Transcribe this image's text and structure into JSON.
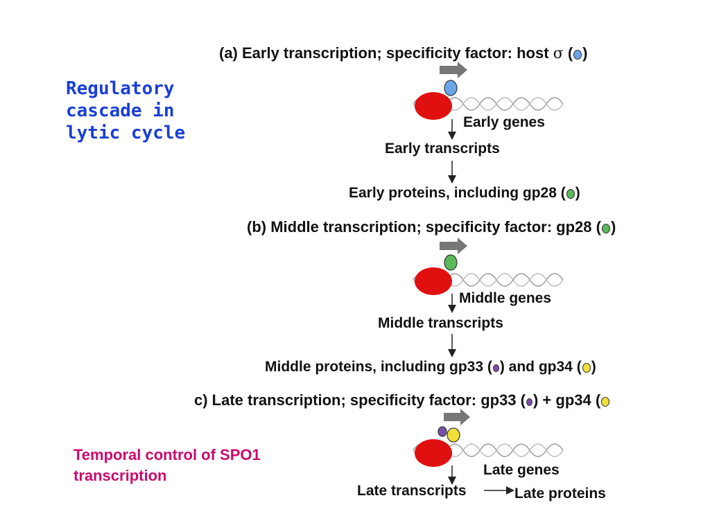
{
  "colors": {
    "side_title": "#1a3fd6",
    "caption": "#cc0a6e",
    "rna_polymerase": "#e01010",
    "host_sigma": "#6aa6e8",
    "gp28": "#5cb85c",
    "gp33": "#7a4fa8",
    "gp34": "#f2e03a"
  },
  "side_title": {
    "line1": "Regulatory",
    "line2": "cascade in",
    "line3": "lytic cycle"
  },
  "caption": {
    "line1": "Temporal control of SPO1",
    "line2": "transcription"
  },
  "panel_a": {
    "heading_prefix": "(a)  Early transcription; specificity factor: host ",
    "sigma": "σ",
    "paren_open": " (",
    "paren_close": ")",
    "genes": "Early genes",
    "transcripts": "Early transcripts",
    "proteins_prefix": "Early proteins, including gp28 (",
    "proteins_suffix": ")"
  },
  "panel_b": {
    "heading_prefix": "(b)  Middle transcription; specificity factor: gp28 (",
    "heading_suffix": ")",
    "genes": "Middle genes",
    "transcripts": "Middle transcripts",
    "proteins_prefix": "Middle proteins, including gp33 (",
    "proteins_mid": ") and gp34 (",
    "proteins_suffix": ")"
  },
  "panel_c": {
    "heading_prefix": "c)  Late transcription; specificity factor: gp33 (",
    "heading_mid": ") + gp34 (",
    "genes": "Late genes",
    "transcripts": "Late transcripts",
    "proteins": "Late proteins"
  }
}
